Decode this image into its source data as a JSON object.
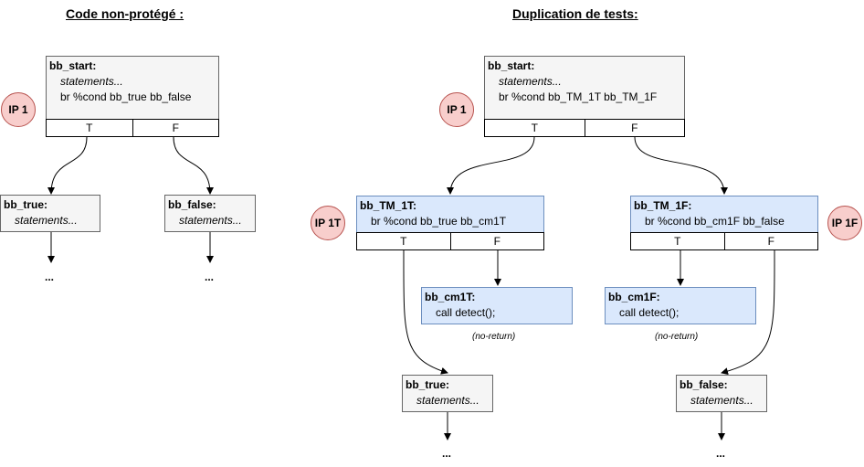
{
  "left_title": "Code non-protégé :",
  "right_title": "Duplication de tests:",
  "left": {
    "start": {
      "label": "bb_start:",
      "line1": "statements...",
      "line2": "br %cond bb_true bb_false",
      "t": "T",
      "f": "F"
    },
    "ip": "IP 1",
    "true_block": {
      "label": "bb_true:",
      "line1": "statements..."
    },
    "false_block": {
      "label": "bb_false:",
      "line1": "statements..."
    },
    "dots": "..."
  },
  "right": {
    "start": {
      "label": "bb_start:",
      "line1": "statements...",
      "line2": "br %cond bb_TM_1T bb_TM_1F",
      "t": "T",
      "f": "F"
    },
    "ip": "IP 1",
    "tm1t": {
      "label": "bb_TM_1T:",
      "line1": "br %cond bb_true bb_cm1T",
      "t": "T",
      "f": "F"
    },
    "tm1f": {
      "label": "bb_TM_1F:",
      "line1": "br %cond bb_cm1F bb_false",
      "t": "T",
      "f": "F"
    },
    "ip_1t": "IP 1T",
    "ip_1f": "IP 1F",
    "cm1t": {
      "label": "bb_cm1T:",
      "line1": "call detect();",
      "note": "(no-return)"
    },
    "cm1f": {
      "label": "bb_cm1F:",
      "line1": "call detect();",
      "note": "(no-return)"
    },
    "true_block": {
      "label": "bb_true:",
      "line1": "statements..."
    },
    "false_block": {
      "label": "bb_false:",
      "line1": "statements..."
    },
    "dots": "..."
  }
}
